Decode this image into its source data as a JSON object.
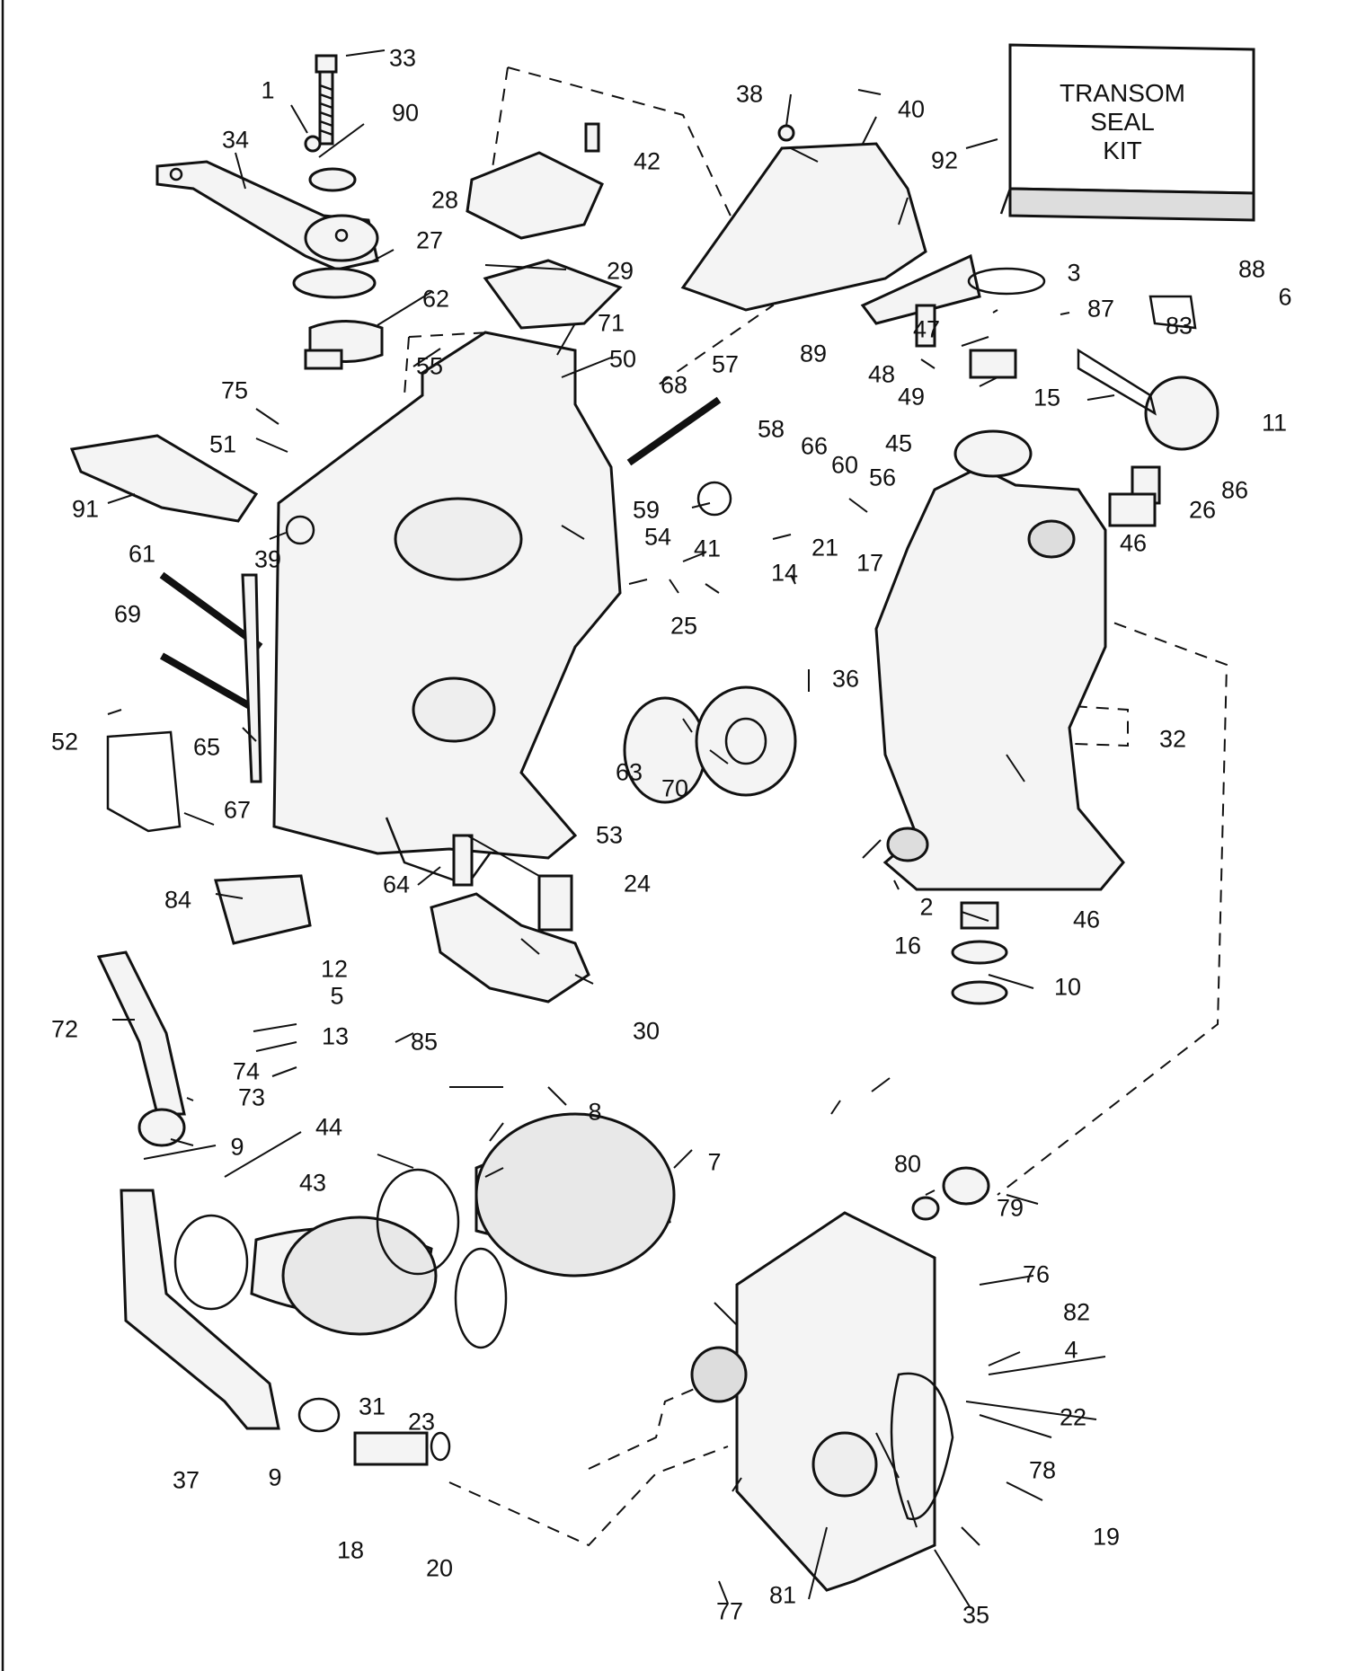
{
  "kit_box": {
    "lines": [
      "TRANSOM",
      "SEAL",
      "KIT"
    ]
  },
  "callouts": [
    "1",
    "2",
    "3",
    "4",
    "5",
    "6",
    "7",
    "8",
    "9",
    "9",
    "10",
    "11",
    "12",
    "13",
    "14",
    "15",
    "16",
    "17",
    "18",
    "19",
    "20",
    "21",
    "22",
    "23",
    "24",
    "25",
    "26",
    "27",
    "28",
    "29",
    "30",
    "31",
    "32",
    "33",
    "34",
    "35",
    "36",
    "37",
    "38",
    "39",
    "40",
    "41",
    "42",
    "43",
    "44",
    "45",
    "46",
    "46",
    "47",
    "48",
    "49",
    "50",
    "51",
    "52",
    "53",
    "54",
    "55",
    "56",
    "57",
    "58",
    "59",
    "60",
    "61",
    "62",
    "63",
    "64",
    "65",
    "66",
    "67",
    "68",
    "69",
    "70",
    "71",
    "72",
    "73",
    "74",
    "75",
    "76",
    "77",
    "78",
    "79",
    "80",
    "81",
    "82",
    "83",
    "84",
    "85",
    "86",
    "87",
    "88",
    "89",
    "90",
    "91",
    "92"
  ]
}
